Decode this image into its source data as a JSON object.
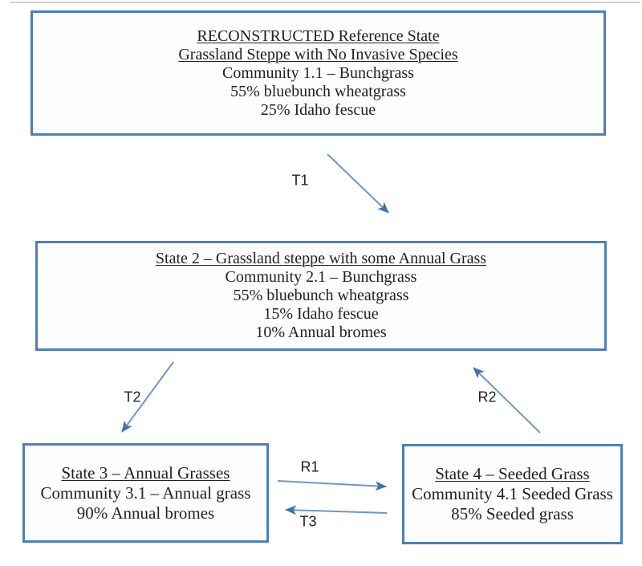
{
  "figure": {
    "type": "state-and-transition-diagram",
    "colors": {
      "box_border": "#4f7fb3",
      "arrow_line": "#7096c5",
      "arrow_head": "#3f6fae",
      "text": "#212121",
      "background": "#ffffff"
    },
    "boxes": [
      {
        "id": "reference-state",
        "title_lines": [
          "RECONSTRUCTED Reference State",
          "Grassland Steppe with No Invasive Species"
        ],
        "body_lines": [
          "Community 1.1 – Bunchgrass",
          "55% bluebunch wheatgrass",
          "25% Idaho fescue"
        ]
      },
      {
        "id": "state-2",
        "title_lines": [
          "State 2 – Grassland steppe with some Annual Grass"
        ],
        "body_lines": [
          "Community 2.1 – Bunchgrass",
          "55% bluebunch wheatgrass",
          "15% Idaho fescue",
          "10% Annual bromes"
        ]
      },
      {
        "id": "state-3",
        "title_lines": [
          "State 3 – Annual Grasses"
        ],
        "body_lines": [
          "Community 3.1 – Annual grass",
          "90% Annual bromes"
        ]
      },
      {
        "id": "state-4",
        "title_lines": [
          "State 4 – Seeded Grass"
        ],
        "body_lines": [
          "Community 4.1 Seeded Grass",
          "85% Seeded grass"
        ]
      }
    ],
    "transitions": [
      {
        "label": "T1",
        "from": "reference-state",
        "to": "state-2"
      },
      {
        "label": "T2",
        "from": "state-2",
        "to": "state-3"
      },
      {
        "label": "R1",
        "from": "state-3",
        "to": "state-4"
      },
      {
        "label": "T3",
        "from": "state-4",
        "to": "state-3"
      },
      {
        "label": "R2",
        "from": "state-4",
        "to": "state-2"
      }
    ]
  }
}
